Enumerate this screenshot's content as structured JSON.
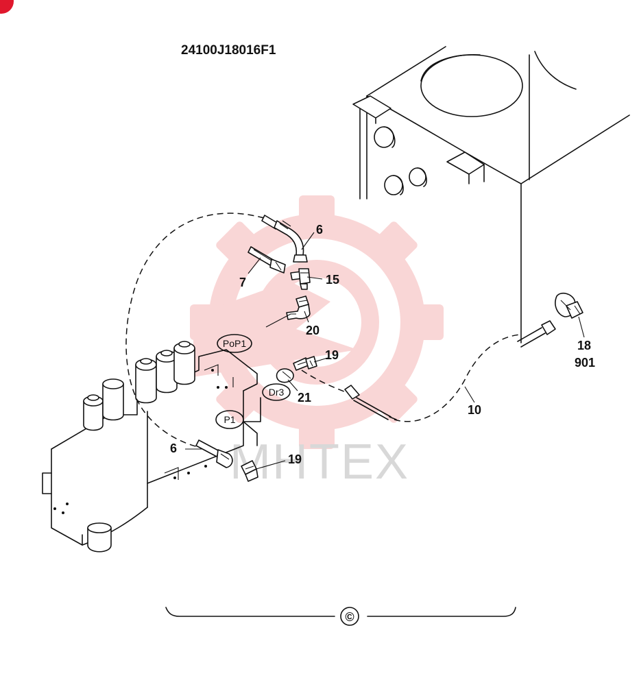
{
  "diagram": {
    "drawing_code": "24100J18016F1",
    "watermark_text": "MHTEX",
    "view_marker": "©",
    "colors": {
      "line": "#111111",
      "watermark_red": "#f5b5b5",
      "watermark_gray": "#d8d8d8",
      "corner_badge": "#e0182d"
    },
    "ports": {
      "pop1": "PoP1",
      "dr3": "Dr3",
      "p1": "P1"
    },
    "callouts": {
      "c6_top": "6",
      "c7": "7",
      "c15": "15",
      "c20": "20",
      "c19_top": "19",
      "c21": "21",
      "c10": "10",
      "c18": "18",
      "c901": "901",
      "c6_bottom": "6",
      "c19_bottom": "19"
    }
  }
}
